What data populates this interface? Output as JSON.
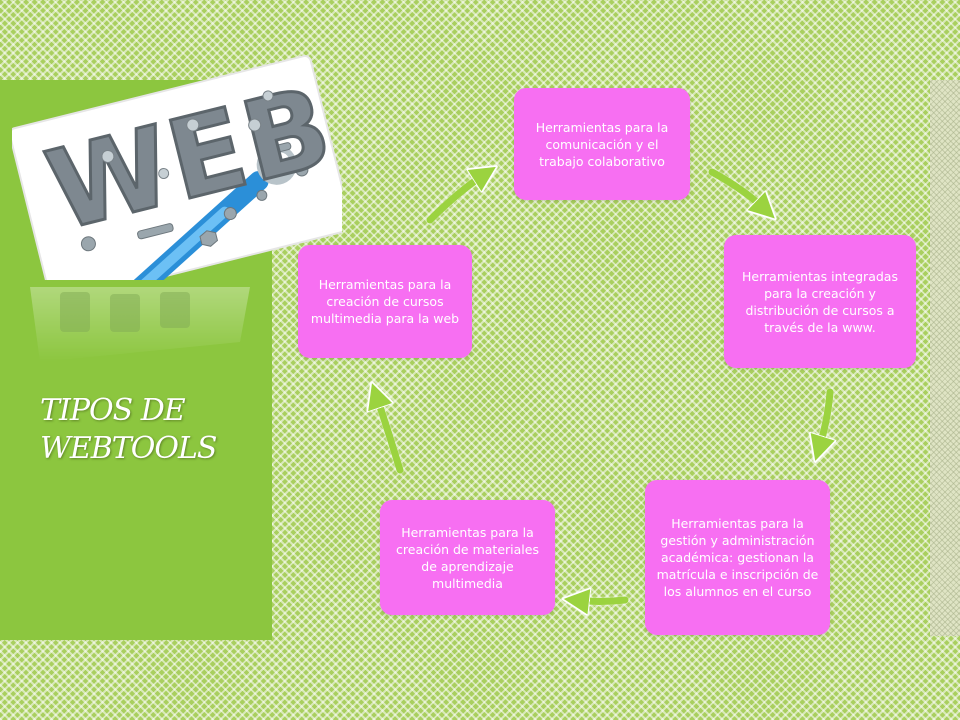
{
  "slide": {
    "title": "TIPOS DE WEBTOOLS",
    "logo_text": "WEB"
  },
  "colors": {
    "background": "#a9cf5f",
    "left_panel": "#8cc63f",
    "node_fill": "#f76ff2",
    "arrow": "#9bd33f"
  },
  "diagram": {
    "type": "cycle",
    "nodes": [
      {
        "id": "n1",
        "label": "Herramientas para la comunicación y el trabajo colaborativo"
      },
      {
        "id": "n2",
        "label": "Herramientas integradas para la creación y distribución de cursos a través de la www."
      },
      {
        "id": "n3",
        "label": "Herramientas para la gestión y administración académica: gestionan la matrícula e inscripción de los alumnos en el curso"
      },
      {
        "id": "n4",
        "label": "Herramientas para la creación de materiales de aprendizaje multimedia"
      },
      {
        "id": "n5",
        "label": "Herramientas para la creación de cursos multimedia para la web"
      }
    ],
    "edges": [
      {
        "from": "n1",
        "to": "n2"
      },
      {
        "from": "n2",
        "to": "n3"
      },
      {
        "from": "n3",
        "to": "n4"
      },
      {
        "from": "n4",
        "to": "n5"
      },
      {
        "from": "n5",
        "to": "n1"
      }
    ]
  }
}
